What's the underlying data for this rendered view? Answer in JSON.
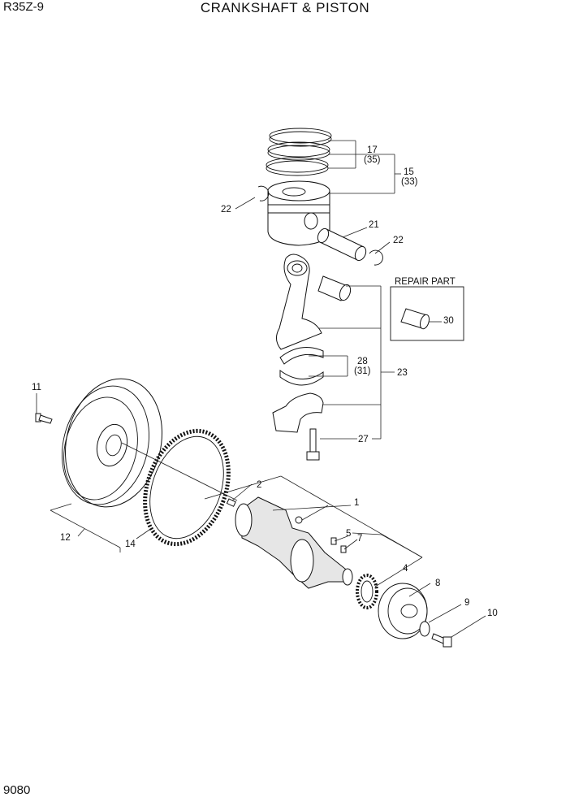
{
  "header": {
    "model": "R35Z-9",
    "title": "CRANKSHAFT & PISTON"
  },
  "footer": {
    "page_number": "9080"
  },
  "repair_box": {
    "title": "REPAIR PART"
  },
  "callouts": {
    "c1": "1",
    "c2": "2",
    "c4": "4",
    "c5": "5",
    "c7": "7",
    "c8": "8",
    "c9": "9",
    "c10": "10",
    "c11": "11",
    "c12": "12",
    "c14": "14",
    "c15": "15",
    "c15b": "(33)",
    "c17": "17",
    "c17b": "(35)",
    "c21": "21",
    "c22a": "22",
    "c22b": "22",
    "c23": "23",
    "c27": "27",
    "c28": "28",
    "c28b": "(31)",
    "c30": "30"
  }
}
